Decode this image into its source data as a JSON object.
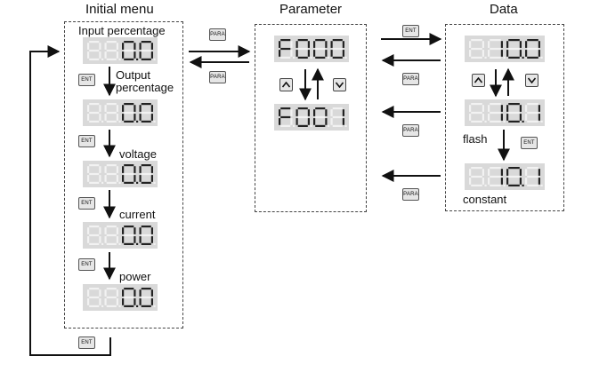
{
  "titles": {
    "initial_menu": "Initial menu",
    "parameter": "Parameter",
    "data": "Data"
  },
  "menu_labels": {
    "input_percentage": "Input percentage",
    "output_line1": "Output",
    "output_line2": "percentage",
    "voltage": "voltage",
    "current": "current",
    "power": "power"
  },
  "data_labels": {
    "flash": "flash",
    "constant": "constant"
  },
  "keys": {
    "ent": "ENT",
    "para": "PARA"
  },
  "displays": {
    "input": "L  0.0",
    "output": "o  0.0",
    "voltage": "u  0.0",
    "current": "C  0.0",
    "power": "P  0.0",
    "param1": "F000",
    "param2": "F001",
    "data1": "  10.0",
    "data2": "  10.1",
    "data3": "  10.1"
  }
}
